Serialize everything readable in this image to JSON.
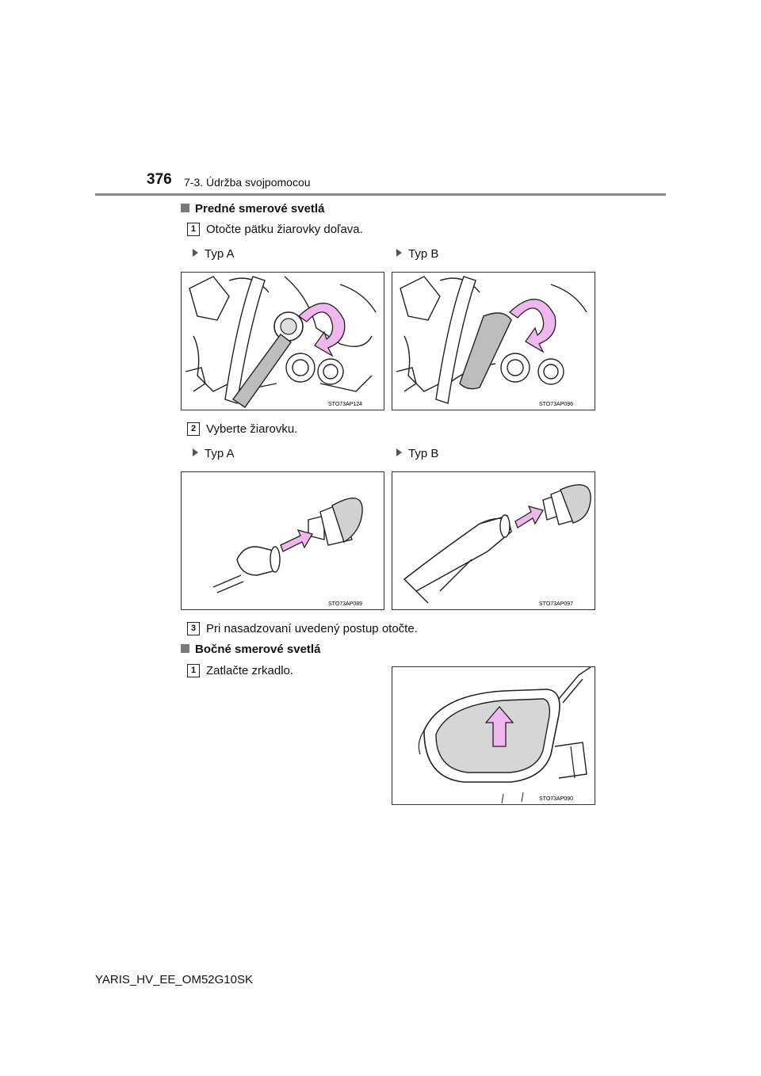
{
  "header": {
    "page_number": "376",
    "chapter": "7-3. Údržba svojpomocou"
  },
  "sections": {
    "front": {
      "heading": "Predné smerové svetlá",
      "step1": {
        "num": "1",
        "text": "Otočte pätku žiarovky doľava."
      },
      "step2": {
        "num": "2",
        "text": "Vyberte žiarovku."
      },
      "step3": {
        "num": "3",
        "text": "Pri nasadzovaní uvedený postup otočte."
      }
    },
    "side": {
      "heading": "Bočné smerové svetlá",
      "step1": {
        "num": "1",
        "text": "Zatlačte zrkadlo."
      }
    }
  },
  "types": {
    "a": "Typ A",
    "b": "Typ B"
  },
  "images": {
    "img1": "STO73AP124",
    "img2": "STO73AP096",
    "img3": "STO73AP089",
    "img4": "STO73AP097",
    "img5": "STO73AP090"
  },
  "colors": {
    "arrow_fill": "#f0b6ee",
    "bulb_grey": "#bdbdbd",
    "rule": "#8a8a8a"
  },
  "footer": {
    "doc_id": "YARIS_HV_EE_OM52G10SK"
  }
}
